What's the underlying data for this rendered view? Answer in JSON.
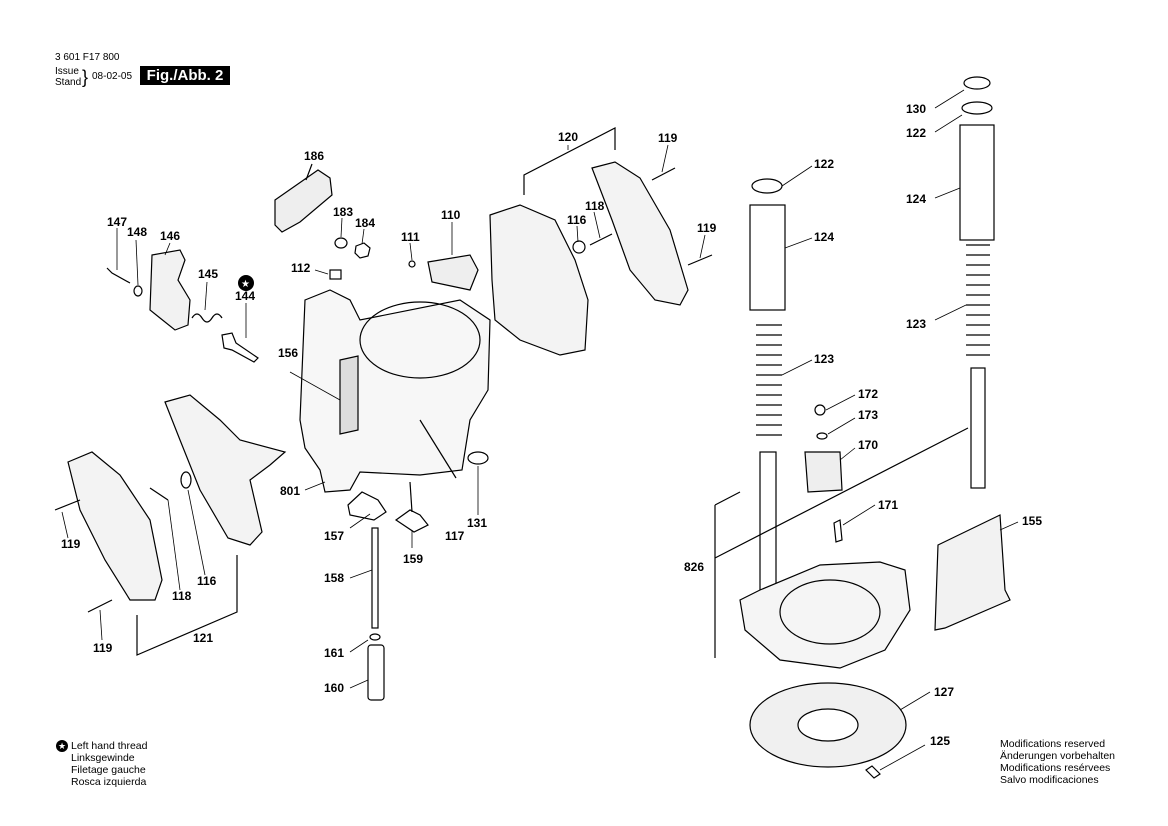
{
  "header": {
    "part_number": "3 601 F17 800",
    "issue_label": "Issue",
    "stand_label": "Stand",
    "date": "08-02-05",
    "fig_label": "Fig./Abb. 2"
  },
  "labels": {
    "l186": "186",
    "l183": "183",
    "l184": "184",
    "l147": "147",
    "l148": "148",
    "l146": "146",
    "l145": "145",
    "l144": "144",
    "l111": "111",
    "l110": "110",
    "l112": "112",
    "l156": "156",
    "l120": "120",
    "l119a": "119",
    "l116a": "116",
    "l118a": "118",
    "l119b": "119",
    "l801": "801",
    "l157": "157",
    "l159": "159",
    "l117": "117",
    "l131": "131",
    "l158": "158",
    "l161": "161",
    "l160": "160",
    "l119c": "119",
    "l118b": "118",
    "l116b": "116",
    "l119d": "119",
    "l121": "121",
    "l130": "130",
    "l122a": "122",
    "l122b": "122",
    "l124a": "124",
    "l124b": "124",
    "l123a": "123",
    "l123b": "123",
    "l172": "172",
    "l173": "173",
    "l170": "170",
    "l171": "171",
    "l826": "826",
    "l155": "155",
    "l127": "127",
    "l125": "125"
  },
  "left_note": {
    "lines": [
      "Left hand thread",
      "Linksgewinde",
      "Filetage gauche",
      "Rosca izquierda"
    ]
  },
  "right_note": {
    "lines": [
      "Modifications reserved",
      "Änderungen vorbehalten",
      "Modifications resérvees",
      "Salvo modificaciones"
    ]
  }
}
